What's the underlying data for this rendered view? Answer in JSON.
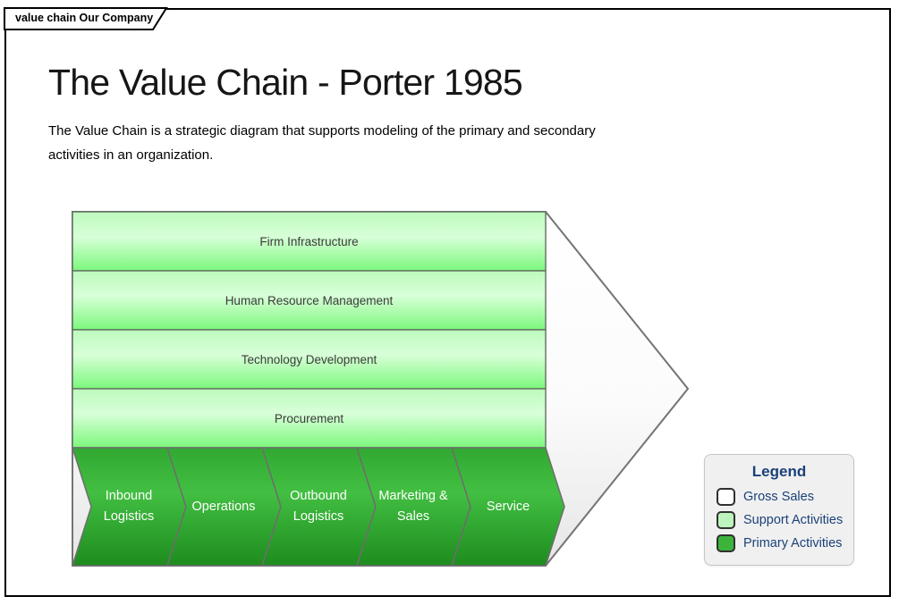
{
  "tab": {
    "label": "value chain Our Company"
  },
  "header": {
    "title": "The Value Chain - Porter 1985",
    "description": "The Value Chain is a strategic diagram that supports modeling of the primary and secondary activities in an organization."
  },
  "diagram": {
    "support_activities": [
      "Firm Infrastructure",
      "Human Resource Management",
      "Technology Development",
      "Procurement"
    ],
    "primary_activities": [
      "Inbound Logistics",
      "Operations",
      "Outbound Logistics",
      "Marketing & Sales",
      "Service"
    ]
  },
  "legend": {
    "title": "Legend",
    "items": [
      {
        "label": "Gross Sales",
        "color": "#ffffff"
      },
      {
        "label": "Support Activities",
        "color": "#bdf3bd"
      },
      {
        "label": "Primary Activities",
        "color": "#3cb43c"
      }
    ]
  },
  "colors": {
    "support_top": "#bdfabd",
    "support_mid": "#d8ffd8",
    "support_bottom": "#7cf87c",
    "primary_top": "#31a831",
    "primary_mid": "#42bf42",
    "primary_bottom": "#1e8c1e",
    "arrow_fill_top": "#ffffff",
    "arrow_fill_bottom": "#e6e6e6",
    "outline": "#747474",
    "legend_text": "#1a4179"
  }
}
